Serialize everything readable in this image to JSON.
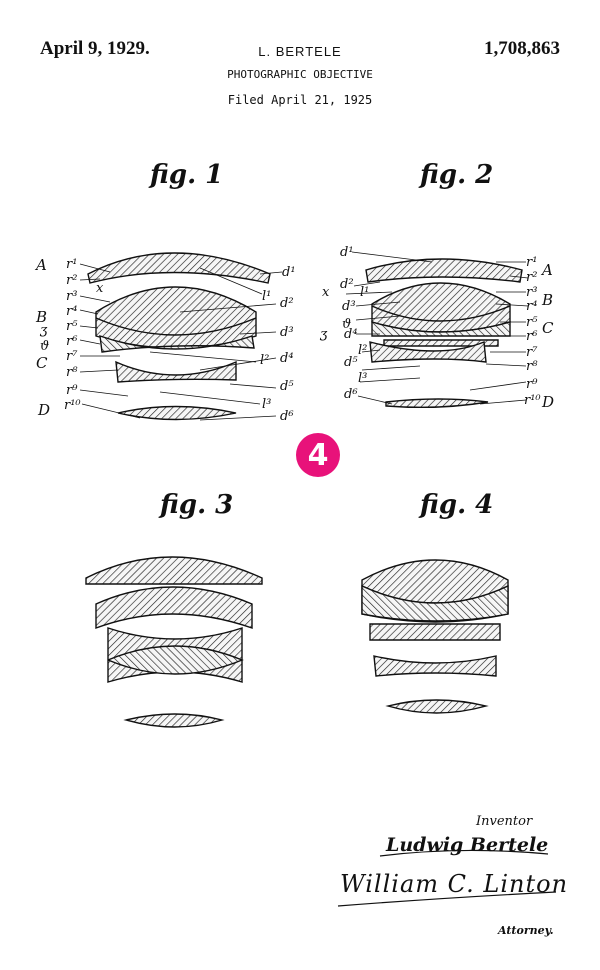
{
  "header": {
    "date": "April 9, 1929.",
    "inventor": "L. BERTELE",
    "title": "PHOTOGRAPHIC OBJECTIVE",
    "filed": "Filed April 21, 1925",
    "patent_number": "1,708,863"
  },
  "figures": {
    "fig1": {
      "caption": "fig. 1",
      "group_labels": [
        "A",
        "B",
        "ʒ",
        "ϑ",
        "C",
        "D"
      ],
      "radius_labels": [
        "r¹",
        "r²",
        "r³",
        "r⁴",
        "r⁵",
        "r⁶",
        "r⁷",
        "r⁸",
        "r⁹",
        "r¹⁰"
      ],
      "axis_label": "x",
      "thickness_labels": [
        "d¹",
        "d²",
        "d³",
        "d⁴",
        "d⁵",
        "d⁶"
      ],
      "spacing_labels": [
        "l¹",
        "l²",
        "l³"
      ]
    },
    "fig2": {
      "caption": "fig. 2",
      "group_labels": [
        "A",
        "B",
        "ʒ",
        "ϑ",
        "C",
        "D"
      ],
      "radius_labels": [
        "r¹",
        "r²",
        "r³",
        "r⁴",
        "r⁵",
        "r⁶",
        "r⁷",
        "r⁸",
        "r⁹",
        "r¹⁰"
      ],
      "axis_label": "x",
      "thickness_labels": [
        "d¹",
        "d²",
        "d³",
        "d⁴",
        "d⁵",
        "d⁶"
      ],
      "spacing_labels": [
        "l¹",
        "l²",
        "l³"
      ]
    },
    "fig3": {
      "caption": "fig. 3"
    },
    "fig4": {
      "caption": "fig. 4"
    }
  },
  "badge": {
    "number": "4",
    "color": "#e8127a"
  },
  "signatures": {
    "inventor_role": "Inventor",
    "inventor_name": "Ludwig Bertele",
    "attorney_signature": "William C. Linton",
    "attorney_role": "Attorney."
  }
}
